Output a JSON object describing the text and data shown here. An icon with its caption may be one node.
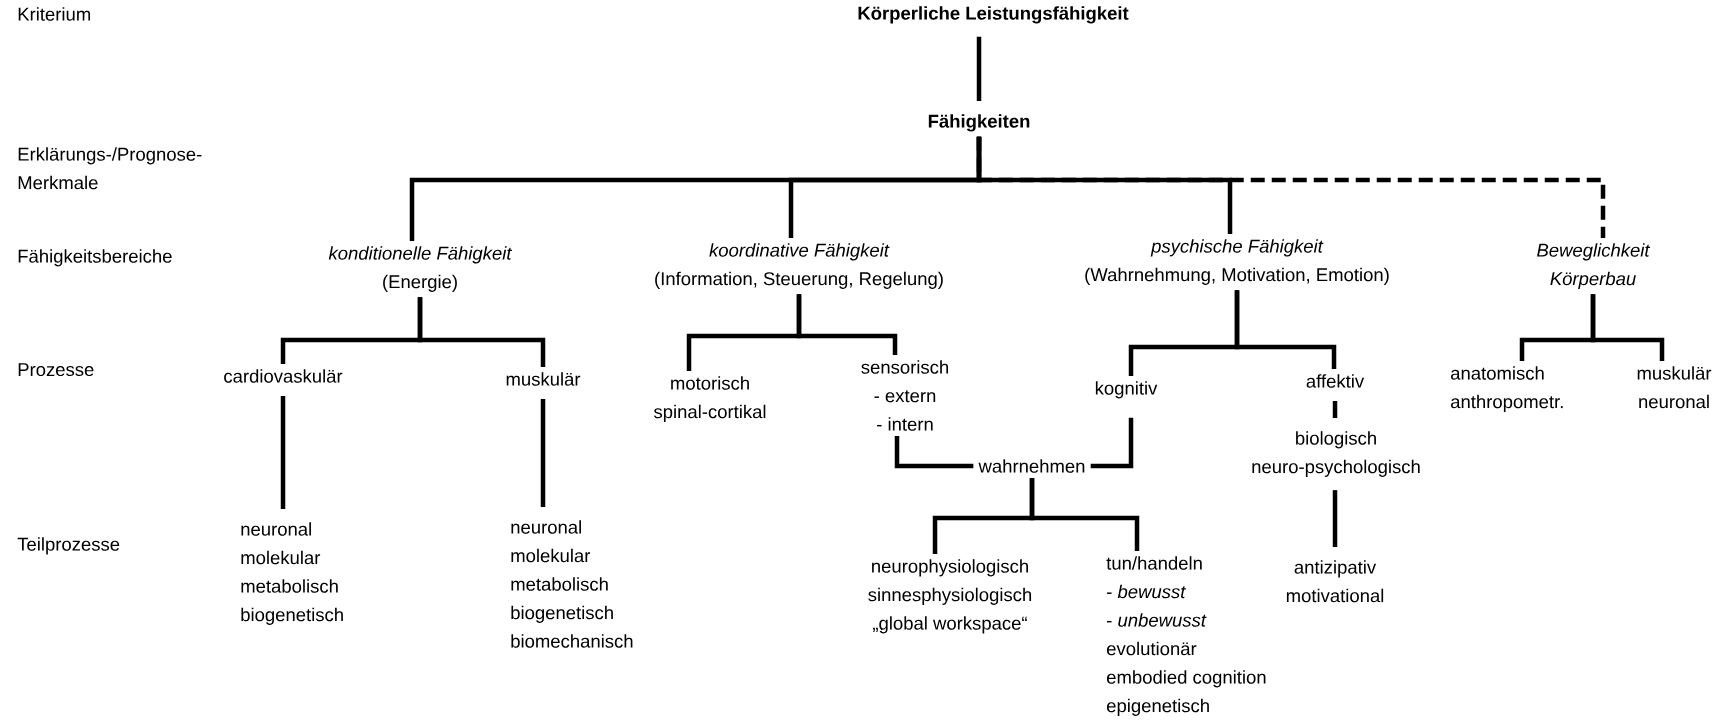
{
  "diagram": {
    "nodes": [
      {
        "text": [
          "Körperliche Leistungsfähigkeit"
        ]
      },
      {
        "text": [
          "Fähigkeiten"
        ]
      },
      {
        "text": [
          "konditionelle Fähigkeit",
          "(Energie)"
        ]
      },
      {
        "text": [
          "koordinative Fähigkeit",
          "(Information, Steuerung, Regelung)"
        ]
      },
      {
        "text": [
          "psychische Fähigkeit",
          "(Wahrnehmung, Motivation, Emotion)"
        ]
      },
      {
        "text": [
          "Beweglichkeit",
          "Körperbau"
        ]
      },
      {
        "text": [
          "cardiovaskulär"
        ]
      },
      {
        "text": [
          "muskulär"
        ]
      },
      {
        "text": [
          "motorisch",
          "spinal-cortikal"
        ]
      },
      {
        "text": [
          "sensorisch",
          "- extern",
          "- intern"
        ]
      },
      {
        "text": [
          "kognitiv"
        ]
      },
      {
        "text": [
          "affektiv"
        ]
      },
      {
        "text": [
          "anatomisch",
          "anthropometr."
        ]
      },
      {
        "text": [
          "muskulär",
          "neuronal"
        ]
      },
      {
        "text": [
          "wahrnehmen"
        ]
      },
      {
        "text": [
          "biologisch",
          "neuro-psychologisch"
        ]
      },
      {
        "text": [
          "neuronal",
          "molekular",
          "metabolisch",
          "biogenetisch"
        ]
      },
      {
        "text": [
          "neuronal",
          "molekular",
          "metabolisch",
          "biogenetisch",
          "biomechanisch"
        ]
      },
      {
        "text": [
          "neurophysiologisch",
          "sinnesphysiologisch",
          "„global workspace“"
        ]
      },
      {
        "text": [
          "tun/handeln",
          "- *bewusst*",
          "- *unbewusst*",
          "evolutionär",
          "embodied cognition",
          "epigenetisch"
        ]
      },
      {
        "text": [
          "antizipativ",
          "motivational"
        ]
      }
    ],
    "edges": [
      {
        "from": 0,
        "to": 1,
        "arrow": "none"
      },
      {
        "from": 1,
        "to": 2,
        "arrow": "none"
      },
      {
        "from": 1,
        "to": 3,
        "arrow": "none"
      },
      {
        "from": 1,
        "to": 4,
        "arrow": "none"
      },
      {
        "from": 1,
        "to": 5,
        "arrow": "none",
        "style": "dashed"
      },
      {
        "from": 2,
        "to": 6,
        "arrow": "none"
      },
      {
        "from": 2,
        "to": 7,
        "arrow": "none"
      },
      {
        "from": 3,
        "to": 8,
        "arrow": "none"
      },
      {
        "from": 3,
        "to": 9,
        "arrow": "none"
      },
      {
        "from": 4,
        "to": 10,
        "arrow": "none"
      },
      {
        "from": 4,
        "to": 11,
        "arrow": "none"
      },
      {
        "from": 5,
        "to": 12,
        "arrow": "none"
      },
      {
        "from": 5,
        "to": 13,
        "arrow": "none"
      },
      {
        "from": 6,
        "to": 16,
        "arrow": "none"
      },
      {
        "from": 7,
        "to": 17,
        "arrow": "none"
      },
      {
        "from": 9,
        "to": 14,
        "arrow": "none"
      },
      {
        "from": 10,
        "to": 14,
        "arrow": "none"
      },
      {
        "from": 14,
        "to": 18,
        "arrow": "none"
      },
      {
        "from": 14,
        "to": 19,
        "arrow": "none"
      },
      {
        "from": 11,
        "to": 15,
        "arrow": "none"
      },
      {
        "from": 15,
        "to": 20,
        "arrow": "none"
      }
    ],
    "labels": [
      "Kriterium",
      "Erklärungs-/Prognose- Merkmale",
      "Fähigkeitsbereiche",
      "Prozesse",
      "Teilprozesse"
    ]
  }
}
